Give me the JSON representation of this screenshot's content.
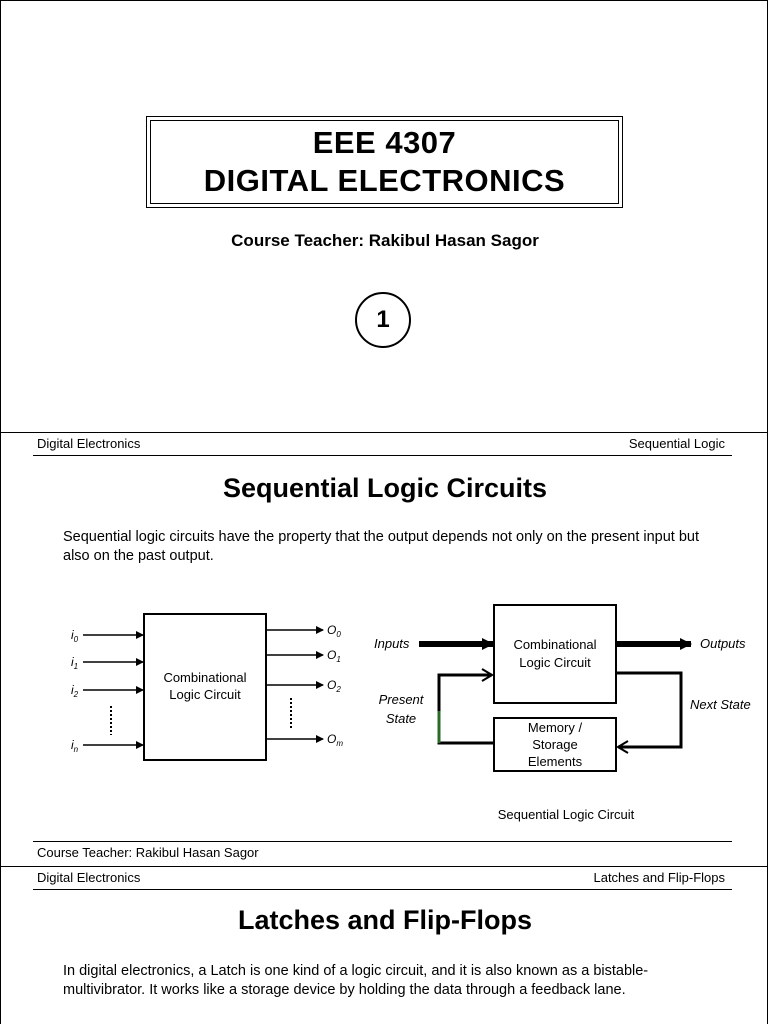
{
  "slide1": {
    "course_code": "EEE 4307",
    "course_name": "DIGITAL ELECTRONICS",
    "teacher": "Course Teacher: Rakibul Hasan Sagor",
    "page_number": "1"
  },
  "slide2": {
    "header_left": "Digital Electronics",
    "header_right": "Sequential Logic",
    "title": "Sequential Logic Circuits",
    "body": "Sequential logic circuits have the property that the output depends not only on the present input but also on the past output.",
    "left_diagram": {
      "block_line1": "Combinational",
      "block_line2": "Logic Circuit",
      "inputs": [
        "i",
        "i",
        "i",
        "i"
      ],
      "input_subs": [
        "0",
        "1",
        "2",
        "n"
      ],
      "outputs": [
        "O",
        "O",
        "O",
        "O"
      ],
      "output_subs": [
        "0",
        "1",
        "2",
        "m"
      ]
    },
    "right_diagram": {
      "inputs_label": "Inputs",
      "outputs_label": "Outputs",
      "comb_line1": "Combinational",
      "comb_line2": "Logic Circuit",
      "mem_line1": "Memory /",
      "mem_line2": "Storage",
      "mem_line3": "Elements",
      "present_line1": "Present",
      "present_line2": "State",
      "next_state": "Next State",
      "caption": "Sequential Logic Circuit"
    },
    "footer": "Course Teacher: Rakibul Hasan Sagor"
  },
  "slide3": {
    "header_left": "Digital Electronics",
    "header_right": "Latches and Flip-Flops",
    "title": "Latches and Flip-Flops",
    "body": "In digital electronics, a Latch is one kind of a logic circuit, and it is also known as a bistable-multivibrator. It works like a storage device by holding the data through a feedback lane."
  }
}
